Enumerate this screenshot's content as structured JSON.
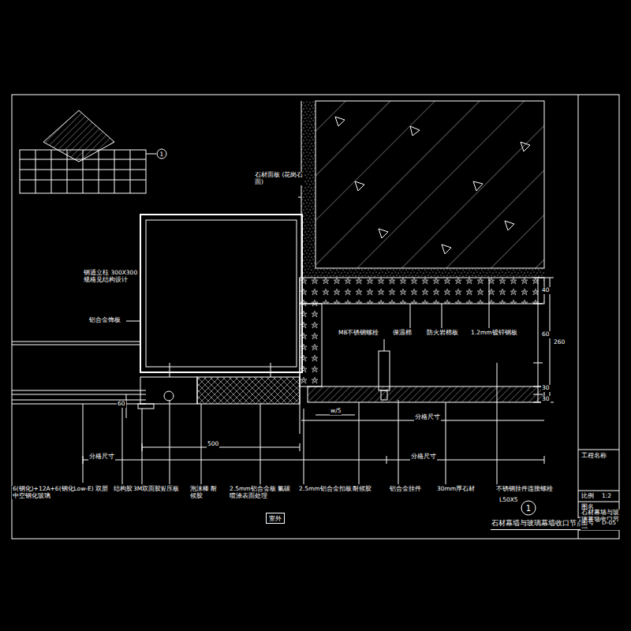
{
  "diagram": {
    "title": "石材幕墙与玻璃幕墙收口节点",
    "nodes": [
      {
        "text": [
          "室外"
        ]
      },
      {
        "text": [
          "1"
        ]
      },
      {
        "text": [
          "1"
        ]
      }
    ],
    "labels": [
      "石材面板 (花岗石面)",
      "钢通立柱 300X300 规格见结构设计",
      "铝合金饰板",
      "M8不锈钢螺栓",
      "保温棉",
      "防火岩棉板",
      "1.2mm镀锌钢板",
      "40",
      "60",
      "260",
      "30",
      "30",
      "w/5",
      "60",
      "500",
      "分格尺寸",
      "分格尺寸",
      "分格尺寸",
      "6(钢化)+12A+6(钢化Low-E) 双层中空钢化玻璃",
      "结构胶",
      "3M双面胶贴",
      "压板",
      "泡沫棒 耐候胶",
      "2.5mm铝合金板 氟碳喷涂表面处理",
      "2.5mm铝合金扣板",
      "耐候胶",
      "铝合金挂件",
      "30mm厚石材",
      "不锈钢挂件连接螺栓",
      "L50X5",
      "工程名称",
      "比例",
      "1:2",
      "图名",
      "石材幕墙与玻璃幕墙收口节点",
      "图号",
      "D-05"
    ]
  }
}
